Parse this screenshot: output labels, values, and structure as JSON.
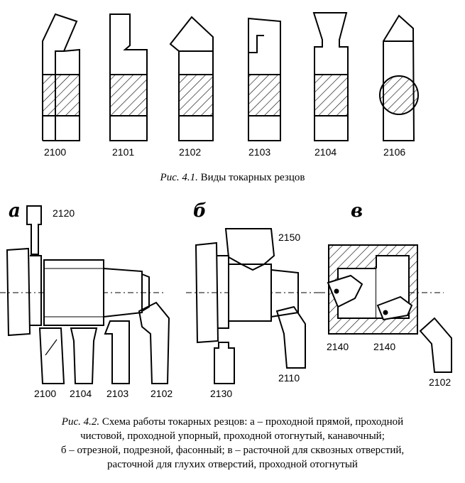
{
  "fig1": {
    "tools": [
      {
        "label": "2100"
      },
      {
        "label": "2101"
      },
      {
        "label": "2102"
      },
      {
        "label": "2103"
      },
      {
        "label": "2104"
      },
      {
        "label": "2106"
      }
    ],
    "caption_prefix": "Рис. 4.1.",
    "caption_text": "Виды токарных резцов"
  },
  "fig2": {
    "part_a": "а",
    "part_b": "б",
    "part_v": "в",
    "labels_a": {
      "top": "2120",
      "l1": "2100",
      "l2": "2104",
      "l3": "2103",
      "l4": "2102"
    },
    "labels_b": {
      "top": "2150",
      "bottom_left": "2130",
      "bottom_right": "2110"
    },
    "labels_v": {
      "l1": "2140",
      "l2": "2140",
      "l3": "2102"
    },
    "caption_prefix": "Рис. 4.2.",
    "caption_line1": "Схема работы токарных резцов: а – проходной прямой, проходной",
    "caption_line2": "чистовой, проходной упорный, проходной отогнутый, канавочный;",
    "caption_line3": "б – отрезной, подрезной, фасонный; в – расточной для сквозных отверстий,",
    "caption_line4": "расточной для глухих отверстий, проходной отогнутый"
  }
}
